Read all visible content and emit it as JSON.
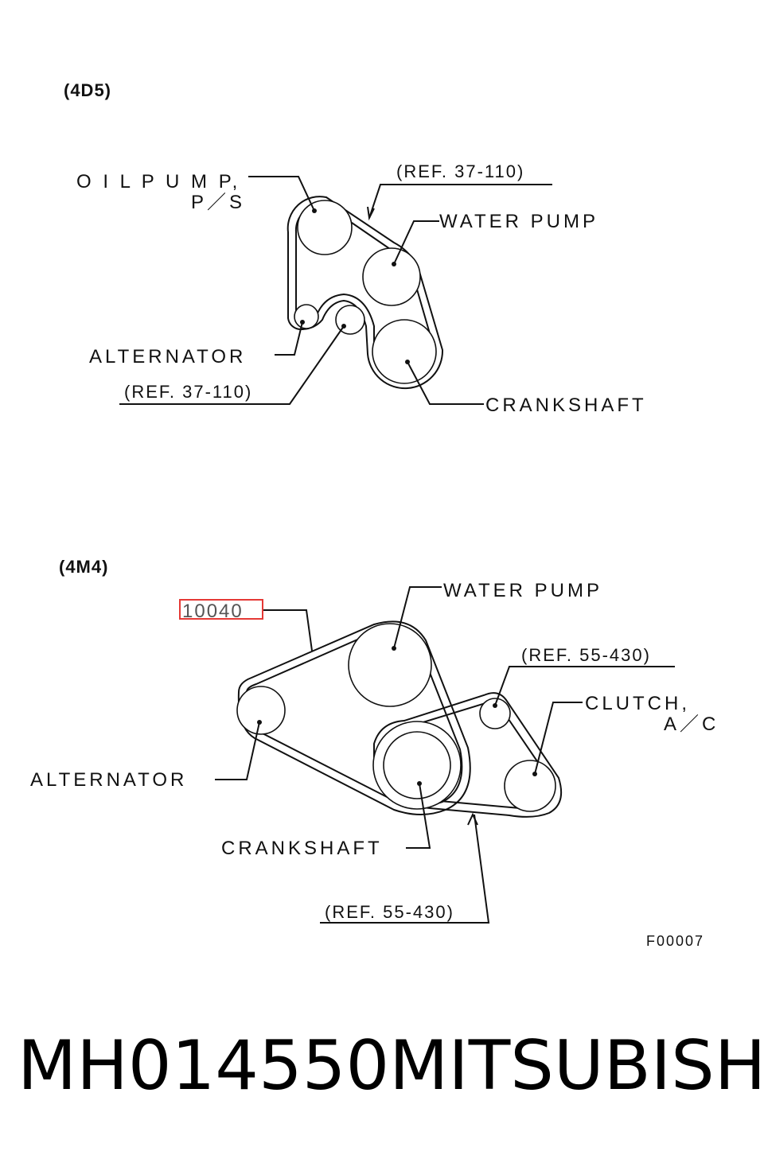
{
  "diagram_4d5": {
    "header": "(4D5)",
    "oil_pump_line1": "O I L   P U M P,",
    "oil_pump_line2": "P／S",
    "ref_top": "(REF. 37-110)",
    "water_pump": "WATER  PUMP",
    "alternator": "ALTERNATOR",
    "ref_bottom": "(REF. 37-110)",
    "crankshaft": "CRANKSHAFT"
  },
  "diagram_4m4": {
    "header": "(4M4)",
    "part_no": "10040",
    "water_pump": "WATER  PUMP",
    "ref_top": "(REF. 55-430)",
    "clutch_line1": "CLUTCH,",
    "clutch_line2": "A／C",
    "alternator": "ALTERNATOR",
    "crankshaft": "CRANKSHAFT",
    "ref_bottom": "(REF. 55-430)",
    "figure_id": "F00007"
  },
  "highlight_color": "#e53935",
  "footer": {
    "part_number": "MH014550",
    "brand": "MITSUBISHI"
  }
}
